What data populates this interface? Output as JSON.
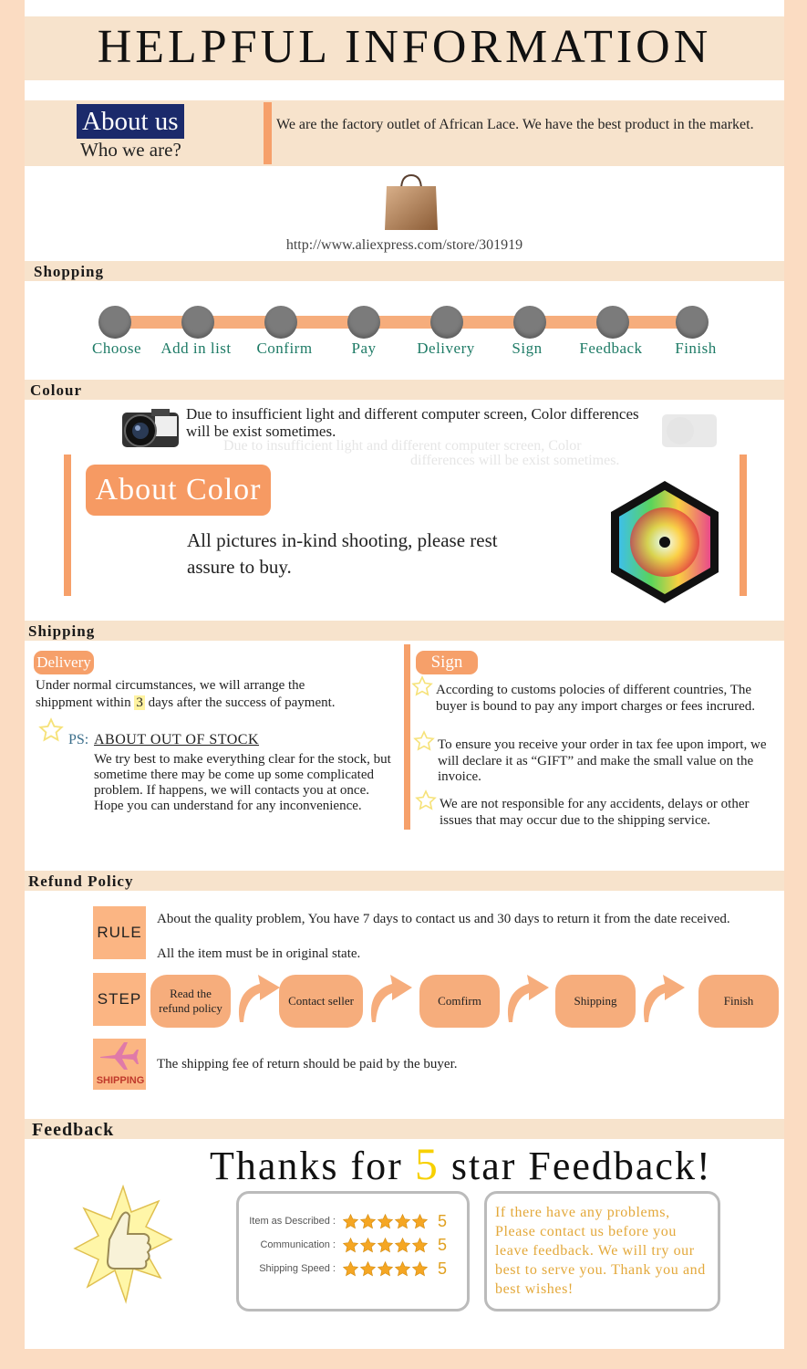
{
  "header": {
    "title": "HELPFUL INFORMATION"
  },
  "about": {
    "badge": "About us",
    "subtitle": "Who we are?",
    "description": "We are the factory outlet of African Lace. We have the best product in the market.",
    "store_url": "http://www.aliexpress.com/store/301919"
  },
  "shopping": {
    "title": "Shopping",
    "steps": [
      "Choose",
      "Add in list",
      "Confirm",
      "Pay",
      "Delivery",
      "Sign",
      "Feedback",
      "Finish"
    ]
  },
  "colour": {
    "title": "Colour",
    "notice": "Due to insufficient light and different computer screen, Color differences will be exist sometimes.",
    "notice_ghost_1": "Due to insufficient light and different computer screen, Color",
    "notice_ghost_2": "differences will be exist sometimes.",
    "badge": "About Color",
    "text_line1": "All pictures in-kind shooting, please  rest",
    "text_line2": "assure to buy."
  },
  "shipping": {
    "title": "Shipping",
    "delivery_badge": "Delivery",
    "delivery_text_a": "Under normal circumstances, we will arrange the",
    "delivery_text_b1": "shippment within ",
    "delivery_days": "3",
    "delivery_text_b2": " days after the success of payment.",
    "ps_label": "PS:",
    "ps_heading": "ABOUT OUT OF STOCK",
    "ps_text": "We try best to make everything clear for the stock, but sometime there may be come up some complicated problem. If happens, we will contacts you at once. Hope you can understand for any inconvenience.",
    "sign_badge": "Sign",
    "sign_items": [
      "According to customs polocies of different countries, The buyer is bound to pay any import charges or fees incrured.",
      "To ensure you receive your order in tax fee upon import, we will declare it as “GIFT” and make the small value on the invoice.",
      "We are not responsible for any accidents, delays or other issues that may occur due to the shipping service."
    ]
  },
  "refund": {
    "title": "Refund Policy",
    "rule_label": "RULE",
    "rule_text": "About the quality problem, You have 7 days to contact us and 30 days to return it from the date received.",
    "rule_text2": "All the item must be in original state.",
    "step_label": "STEP",
    "steps": [
      "Read the refund policy",
      "Contact seller",
      "Comfirm",
      "Shipping",
      "Finish"
    ],
    "shipping_label": "SHIPPING",
    "shipping_text": "The shipping fee of return should be paid by the buyer."
  },
  "feedback": {
    "title": "Feedback",
    "headline_a": "Thanks for",
    "headline_num": "5",
    "headline_b": "star Feedback!",
    "ratings": [
      {
        "label": "Item as Described :",
        "score": "5"
      },
      {
        "label": "Communication :",
        "score": "5"
      },
      {
        "label": "Shipping Speed :",
        "score": "5"
      }
    ],
    "note": "If there have any problems, Please contact us before you leave feedback. We will try our best to serve you. Thank you and best wishes!"
  },
  "colors": {
    "accent": "#f6a06a",
    "band": "#f7e3cc",
    "green": "#1e7b66",
    "gold": "#f2b300"
  }
}
